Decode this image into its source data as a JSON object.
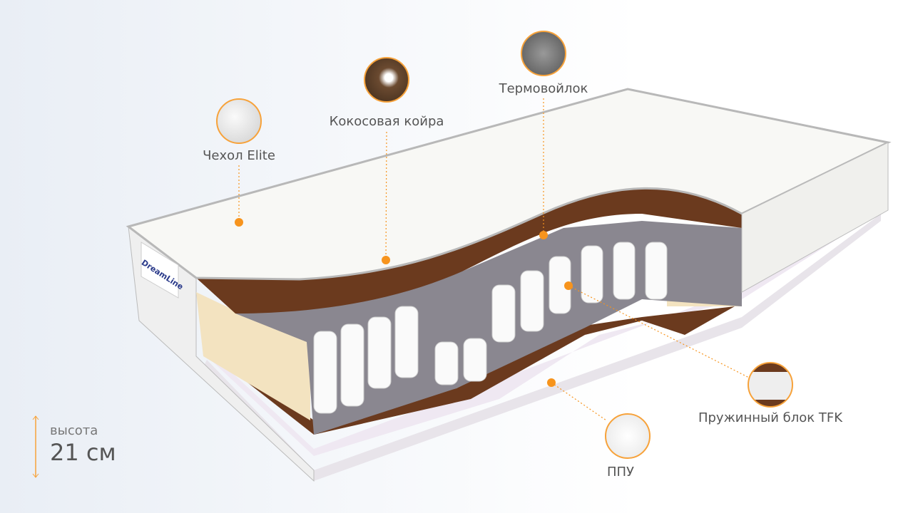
{
  "brand": "DreamLine",
  "height": {
    "caption": "высота",
    "value": "21 см"
  },
  "layers": [
    {
      "id": "cover",
      "label": "Чехол Elite"
    },
    {
      "id": "coir",
      "label": "Кокосовая койра"
    },
    {
      "id": "felt",
      "label": "Термовойлок"
    },
    {
      "id": "springs",
      "label": "Пружинный блок TFK"
    },
    {
      "id": "foam",
      "label": "ППУ"
    }
  ],
  "colors": {
    "accent": "#f7941d",
    "coir": "#6b3a1e",
    "felt": "#8a8790",
    "foam": "#f3e3c0"
  }
}
